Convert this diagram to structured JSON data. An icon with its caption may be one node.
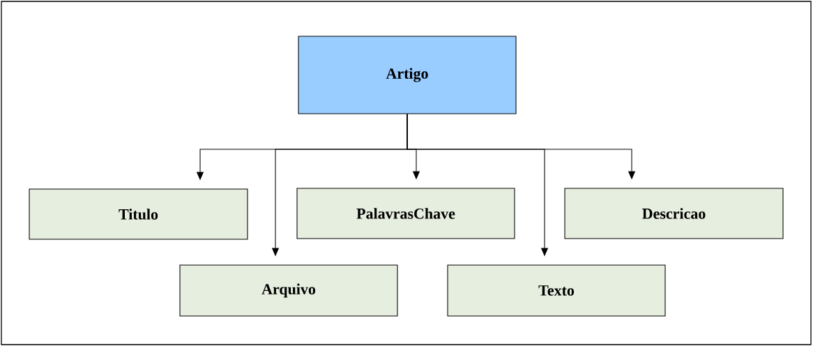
{
  "diagram": {
    "nodes": [
      {
        "text": [
          "Artigo"
        ]
      },
      {
        "text": [
          "Titulo"
        ]
      },
      {
        "text": [
          "Arquivo"
        ]
      },
      {
        "text": [
          "PalavrasChave"
        ]
      },
      {
        "text": [
          "Texto"
        ]
      },
      {
        "text": [
          "Descricao"
        ]
      }
    ],
    "edges": [
      {
        "from": 0,
        "to": 1,
        "arrow": "to"
      },
      {
        "from": 0,
        "to": 2,
        "arrow": "to"
      },
      {
        "from": 0,
        "to": 3,
        "arrow": "to"
      },
      {
        "from": 0,
        "to": 4,
        "arrow": "to"
      },
      {
        "from": 0,
        "to": 5,
        "arrow": "to"
      }
    ]
  }
}
